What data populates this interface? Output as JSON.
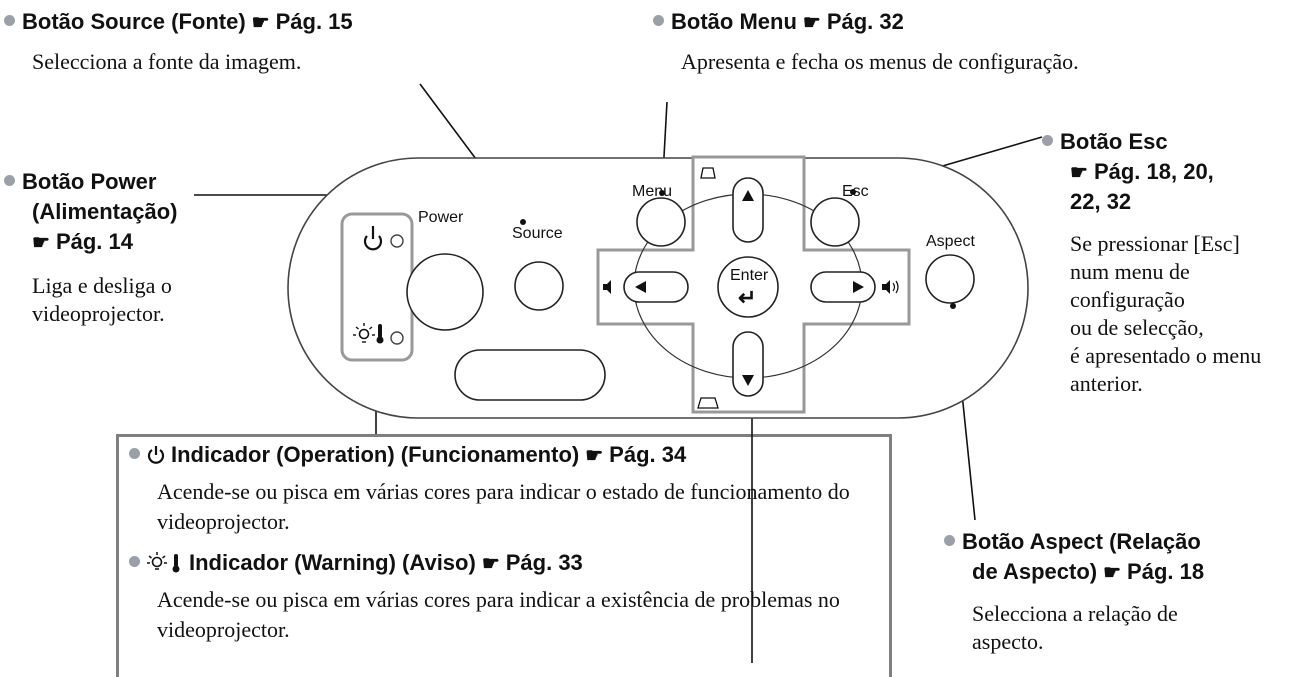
{
  "page_ref_glyph": "☛",
  "source": {
    "title": "Botão Source (Fonte)",
    "page": "Pág. 15",
    "description": "Selecciona a fonte da imagem."
  },
  "menu": {
    "title": "Botão Menu",
    "page": "Pág. 32",
    "description": "Apresenta e fecha os menus de configuração."
  },
  "power": {
    "title_line1": "Botão Power",
    "title_line2": "(Alimentação)",
    "page": "Pág. 14",
    "description_line1": "Liga e desliga o",
    "description_line2": "videoprojector."
  },
  "esc": {
    "title": "Botão Esc",
    "page_line1": "Pág. 18, 20,",
    "page_line2": "22, 32",
    "description_lines": [
      "Se pressionar [Esc]",
      "num menu de",
      "configuração",
      "ou de selecção,",
      "é apresentado o menu",
      "anterior."
    ]
  },
  "aspect": {
    "title_line1": "Botão Aspect (Relação",
    "title_line2": "de Aspecto)",
    "page": "Pág. 18",
    "description_line1": "Selecciona a relação de",
    "description_line2": "aspecto."
  },
  "operation_indicator": {
    "icon": "power-symbol",
    "title": "Indicador (Operation) (Funcionamento)",
    "page": "Pág. 34",
    "description": "Acende-se ou pisca em várias cores para indicar o estado de funcionamento do videoprojector."
  },
  "warning_indicator": {
    "icon": "lamp-thermometer",
    "title": "Indicador (Warning) (Aviso)",
    "page": "Pág. 33",
    "description": "Acende-se ou pisca em várias cores para indicar a existência de problemas no videoprojector."
  },
  "panel_labels": {
    "power": "Power",
    "source": "Source",
    "menu": "Menu",
    "esc": "Esc",
    "aspect": "Aspect",
    "enter": "Enter",
    "enter_arrow": "↵"
  }
}
